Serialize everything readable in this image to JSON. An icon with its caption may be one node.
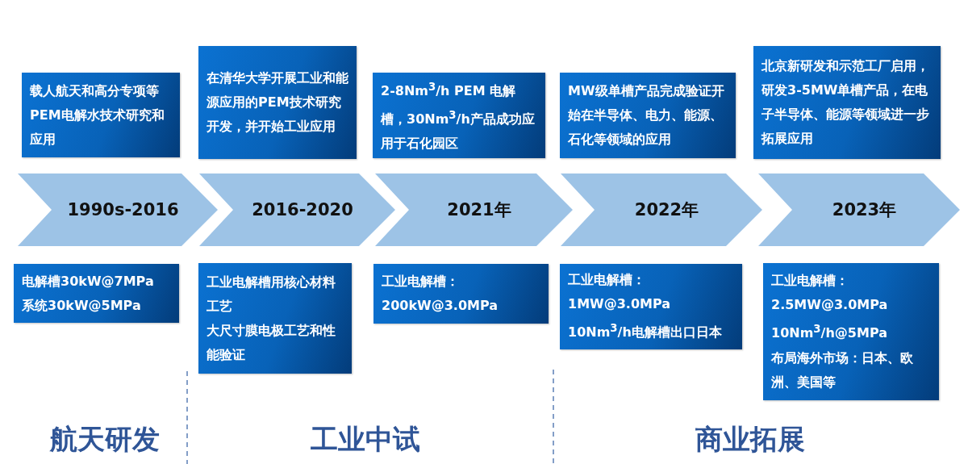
{
  "diagram": {
    "nodes": [
      {
        "text": [
          "载人航天和高分专项等PEM电解水技术研究和应用"
        ]
      },
      {
        "text": [
          "在清华大学开展工业和能源应用的PEM技术研究开发，并开始工业应用"
        ]
      },
      {
        "text": [
          "2-8Nm$^{3}$/h PEM 电解槽，30Nm$^{3}$/h产品成功应用于石化园区"
        ]
      },
      {
        "text": [
          "MW级单槽产品完成验证开始在半导体、电力、能源、石化等领域的应用"
        ]
      },
      {
        "text": [
          "北京新研发和示范工厂启用，研发3-5MW单槽产品，在电子半导体、能源等领域进一步拓展应用"
        ]
      },
      {
        "text": [
          "1990s-2016"
        ]
      },
      {
        "text": [
          "2016-2020"
        ]
      },
      {
        "text": [
          "2021年"
        ]
      },
      {
        "text": [
          "2022年"
        ]
      },
      {
        "text": [
          "2023年"
        ]
      },
      {
        "text": [
          "电解槽30kW@7MPa",
          "系统30kW@5MPa"
        ]
      },
      {
        "text": [
          "工业电解槽用核心材料工艺",
          "大尺寸膜电极工艺和性能验证"
        ]
      },
      {
        "text": [
          "工业电解槽：",
          "200kW@3.0MPa"
        ]
      },
      {
        "text": [
          "工业电解槽：",
          "1MW@3.0MPa",
          "10Nm$^{3}$/h电解槽出口日本"
        ]
      },
      {
        "text": [
          "工业电解槽：",
          "2.5MW@3.0MPa",
          "10Nm$^{3}$/h@5MPa",
          "布局海外市场：日本、欧洲、美国等"
        ]
      }
    ],
    "labels": [
      "航天研发",
      "工业中试",
      "商业拓展"
    ]
  }
}
